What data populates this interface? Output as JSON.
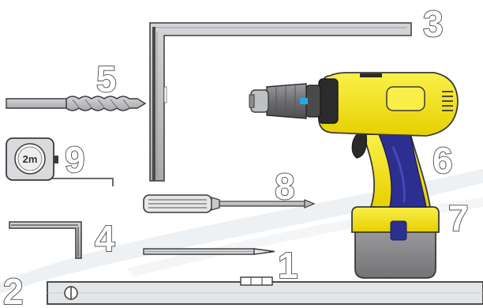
{
  "labels": {
    "pencil": "1",
    "level": "2",
    "square": "3",
    "allen_key": "4",
    "drill_bit": "5",
    "drill_body": "6",
    "battery": "7",
    "screwdriver": "8",
    "tape_measure": "9"
  },
  "tape_measure": {
    "text": "2m"
  },
  "icons": {
    "pencil": "pencil-icon",
    "level": "spirit-level-icon",
    "square": "carpenter-square-icon",
    "allen_key": "allen-key-icon",
    "drill_bit": "drill-bit-icon",
    "drill": "cordless-drill-icon",
    "screwdriver": "screwdriver-icon",
    "tape_measure": "tape-measure-icon"
  },
  "colors": {
    "outline": "#3a3a3a",
    "steel": "#b9babd",
    "drill_yellow": "#f2e21b",
    "drill_blue": "#2c2f8f",
    "drill_dark": "#2b2b2b",
    "battery_gray": "#8c8c8e",
    "chuck_gray": "#7a7a7c",
    "background_swoosh": "#eceff3"
  }
}
